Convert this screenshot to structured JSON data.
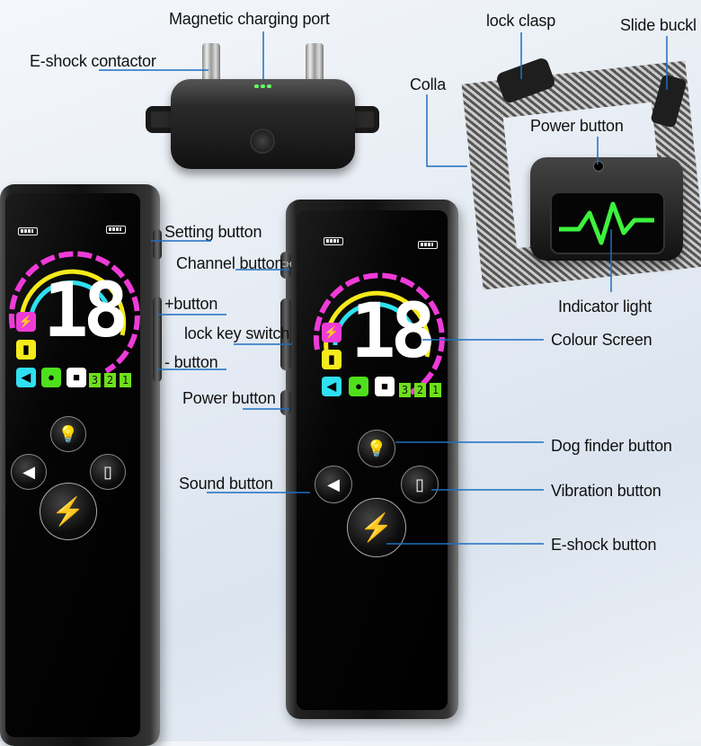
{
  "labels": {
    "magnetic_charging_port": "Magnetic charging port",
    "e_shock_contactor": "E-shock contactor",
    "lock_clasp": "lock clasp",
    "slide_buckle": "Slide buckl",
    "collar": "Colla",
    "collar_power_button": "Power button",
    "indicator_light": "Indicator light",
    "colour_screen": "Colour Screen",
    "setting_button": "Setting button",
    "channel_button": "Channel button",
    "plus_button": "+button",
    "lock_key_switch": "lock key switch",
    "minus_button": "- button",
    "power_button": "Power button",
    "sound_button": "Sound button",
    "dog_finder_button": "Dog finder button",
    "vibration_button": "Vibration button",
    "e_shock_button": "E-shock button"
  },
  "screen": {
    "level": "18",
    "channels": [
      "3",
      "2",
      "1"
    ],
    "channel_button_text": "CH",
    "icons": [
      "battery-icon",
      "remote-battery-icon",
      "shock-icon",
      "vibration-icon",
      "sound-icon",
      "light-icon",
      "lock-icon"
    ]
  },
  "colors": {
    "leader_line": "#1d6fc0",
    "pink": "#ee3bd8",
    "yellow": "#f5ea1a",
    "cyan": "#2fe0f0",
    "green": "#4fe01d",
    "shock_orange": "#ff8a00"
  }
}
